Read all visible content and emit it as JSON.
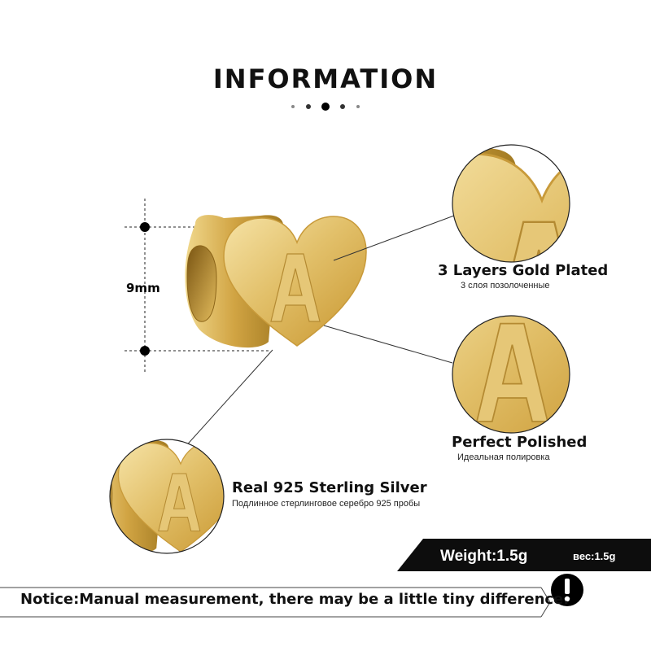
{
  "header": {
    "title": "INFORMATION"
  },
  "dimension": {
    "label": "9mm"
  },
  "features": [
    {
      "title": "3 Layers  Gold  Plated",
      "subtitle": "3 слоя позолоченные"
    },
    {
      "title": "Perfect  Polished",
      "subtitle": "Идеальная полировка"
    },
    {
      "title": "Real 925  Sterling  Silver",
      "subtitle": "Подлинное стерлинговое серебро 925 пробы"
    }
  ],
  "product": {
    "letter": "A",
    "color": "#d9b04a",
    "highlight": "#f6e3a6",
    "shadow": "#a27a22"
  },
  "weight": {
    "label": "Weight:1.5g",
    "label_ru": "вес:1.5g"
  },
  "notice": {
    "text": "Notice:Manual measurement, there may be a little tiny difference.",
    "icon": "exclamation-icon"
  }
}
